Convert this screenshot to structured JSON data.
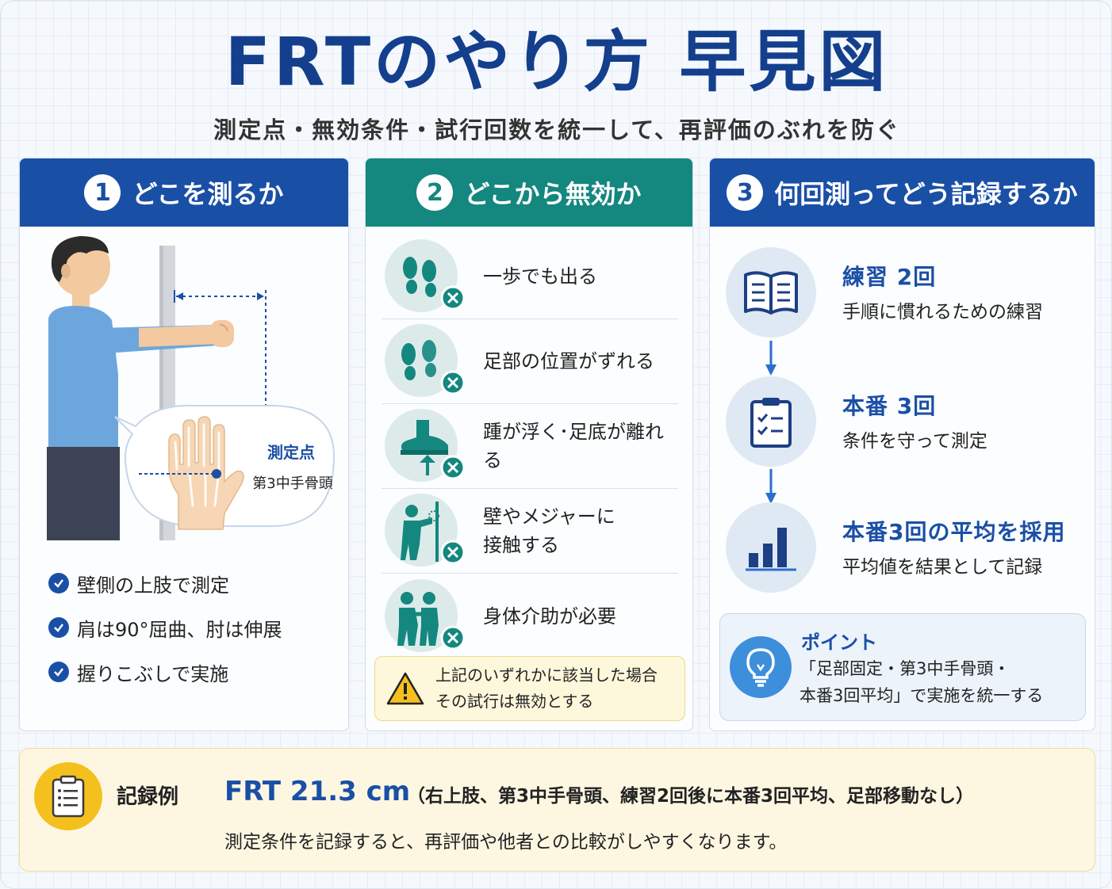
{
  "title": "FRTのやり方 早見図",
  "subtitle": "測定点・無効条件・試行回数を統一して、再評価のぶれを防ぐ",
  "panel1": {
    "num": "1",
    "heading": "どこを測るか",
    "callout_label": "測定点",
    "callout_sub": "第3中手骨頭",
    "checks": [
      "壁側の上肢で測定",
      "肩は90°屈曲、肘は伸展",
      "握りこぶしで実施"
    ]
  },
  "panel2": {
    "num": "2",
    "heading": "どこから無効か",
    "items": [
      {
        "icon": "footprints-icon",
        "text": "一歩でも出る"
      },
      {
        "icon": "footprints-shift-icon",
        "text": "足部の位置がずれる"
      },
      {
        "icon": "heel-raise-icon",
        "text": "踵が浮く･足底が離れる"
      },
      {
        "icon": "wall-contact-icon",
        "text": "壁やメジャーに\n接触する"
      },
      {
        "icon": "assist-icon",
        "text": "身体介助が必要"
      }
    ],
    "warning_line1": "上記のいずれかに該当した場合",
    "warning_line2": "その試行は無効とする"
  },
  "panel3": {
    "num": "3",
    "heading": "何回測ってどう記録するか",
    "steps": [
      {
        "icon": "book-icon",
        "title": "練習 2回",
        "desc": "手順に慣れるための練習"
      },
      {
        "icon": "checklist-icon",
        "title": "本番 3回",
        "desc": "条件を守って測定"
      },
      {
        "icon": "bar-chart-icon",
        "title": "本番3回の平均を採用",
        "desc": "平均値を結果として記録"
      }
    ],
    "point_title": "ポイント",
    "point_line1": "「足部固定・第3中手骨頭・",
    "point_line2": "本番3回平均」で実施を統一する"
  },
  "record": {
    "label": "記録例",
    "value": "FRT 21.3 cm",
    "conditions": "（右上肢、第3中手骨頭、練習2回後に本番3回平均、足部移動なし）",
    "note": "測定条件を記録すると、再評価や他者との比較がしやすくなります。"
  },
  "colors": {
    "navy": "#1a4fa6",
    "teal": "#14877f",
    "title": "#143f8c",
    "warning": "#f4c01e"
  }
}
